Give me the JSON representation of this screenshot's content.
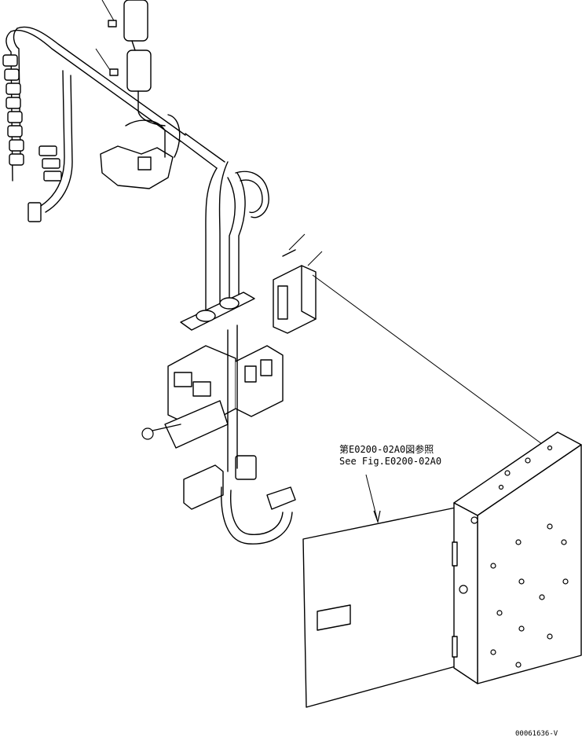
{
  "reference": {
    "japanese": "第E0200-02A0図参照",
    "english": "See Fig.E0200-02A0"
  },
  "drawing_code": "00061636-V"
}
